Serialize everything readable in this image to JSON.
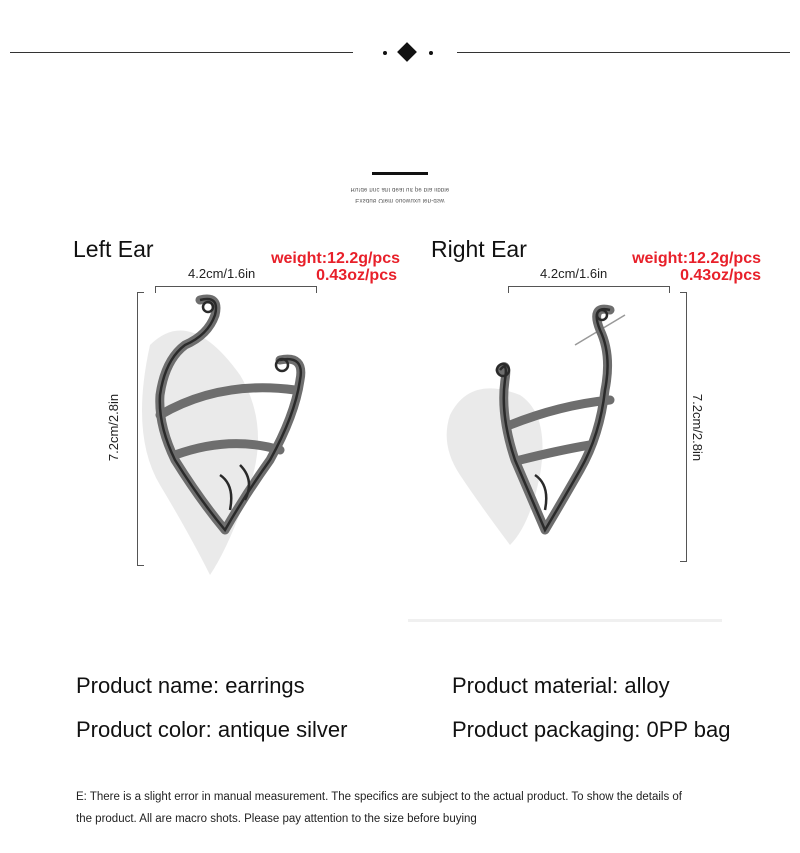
{
  "header": {
    "ornament_icon": "diamond-icon"
  },
  "mirrored_caption": {
    "line1": "Ru!de hnc ahl deal uit pe bla iibble",
    "line2": "Exsdu6 Olem ouowuxu leh-dsw"
  },
  "left_ear": {
    "label": "Left Ear",
    "weight_line1": "weight:12.2g/pcs",
    "weight_line2": "0.43oz/pcs",
    "width_dim": "4.2cm/1.6in",
    "height_dim": "7.2cm/2.8in",
    "image_icon": "ear-cuff-left-image"
  },
  "right_ear": {
    "label": "Right Ear",
    "weight_line1": "weight:12.2g/pcs",
    "weight_line2": "0.43oz/pcs",
    "width_dim": "4.2cm/1.6in",
    "height_dim": "7.2cm/2.8in",
    "image_icon": "ear-cuff-right-image"
  },
  "specs": {
    "name": "Product name: earrings",
    "material": "Product material: alloy",
    "color": "Product color: antique silver",
    "packaging": "Product packaging: 0PP bag"
  },
  "note": {
    "line1": "E: There is a slight error in manual measurement. The specifics are subject to the actual product. To show the details of",
    "line2": "the product. All are macro shots. Please pay attention to the size before buying"
  },
  "colors": {
    "accent_red": "#e8202a",
    "silver": "#7d7d7d"
  }
}
